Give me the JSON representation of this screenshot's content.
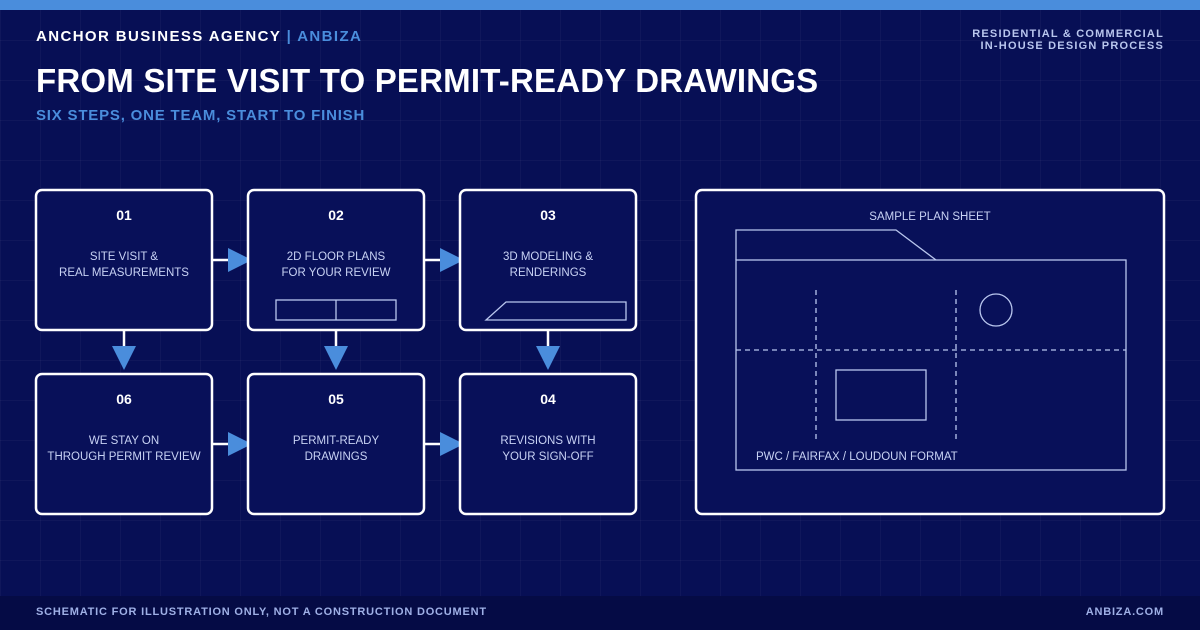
{
  "header": {
    "brand": "ANCHOR BUSINESS AGENCY",
    "separator": "|",
    "brand_short": "ANBIZA",
    "tagline_line1": "RESIDENTIAL & COMMERCIAL",
    "tagline_line2": "IN-HOUSE DESIGN PROCESS",
    "title": "FROM SITE VISIT TO PERMIT-READY DRAWINGS",
    "subtitle": "SIX STEPS, ONE TEAM, START TO FINISH"
  },
  "steps": [
    {
      "num": "01",
      "line1": "SITE VISIT &",
      "line2": "REAL MEASUREMENTS"
    },
    {
      "num": "02",
      "line1": "2D FLOOR PLANS",
      "line2": "FOR YOUR REVIEW"
    },
    {
      "num": "03",
      "line1": "3D MODELING &",
      "line2": "RENDERINGS"
    },
    {
      "num": "04",
      "line1": "REVISIONS WITH",
      "line2": "YOUR SIGN-OFF"
    },
    {
      "num": "05",
      "line1": "PERMIT-READY",
      "line2": "DRAWINGS"
    },
    {
      "num": "06",
      "line1": "WE STAY ON",
      "line2": "THROUGH PERMIT REVIEW"
    }
  ],
  "sample_sheet": {
    "title": "SAMPLE PLAN SHEET",
    "caption": "PWC / FAIRFAX / LOUDOUN FORMAT"
  },
  "footer": {
    "disclaimer": "SCHEMATIC FOR ILLUSTRATION ONLY, NOT A CONSTRUCTION DOCUMENT",
    "site": "ANBIZA.COM"
  },
  "colors": {
    "background": "#070f55",
    "accent": "#4a8ddc",
    "line": "#ffffff",
    "muted_text": "#c8d2f4"
  }
}
